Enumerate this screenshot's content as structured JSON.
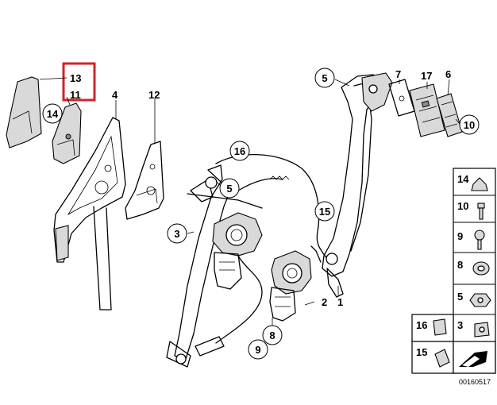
{
  "diagram_id": "00160517",
  "callouts": {
    "c1": "1",
    "c2": "2",
    "c3": "3",
    "c4": "4",
    "c5a": "5",
    "c5b": "5",
    "c6": "6",
    "c7": "7",
    "c8": "8",
    "c9": "9",
    "c10": "10",
    "c11": "11",
    "c12": "12",
    "c13": "13",
    "c14": "14",
    "c15": "15",
    "c16": "16",
    "c17": "17"
  },
  "legend": {
    "r14": "14",
    "r10": "10",
    "r9": "9",
    "r8": "8",
    "r5": "5",
    "r16": "16",
    "r3": "3",
    "r15": "15"
  },
  "highlight_color": "#d0232a"
}
